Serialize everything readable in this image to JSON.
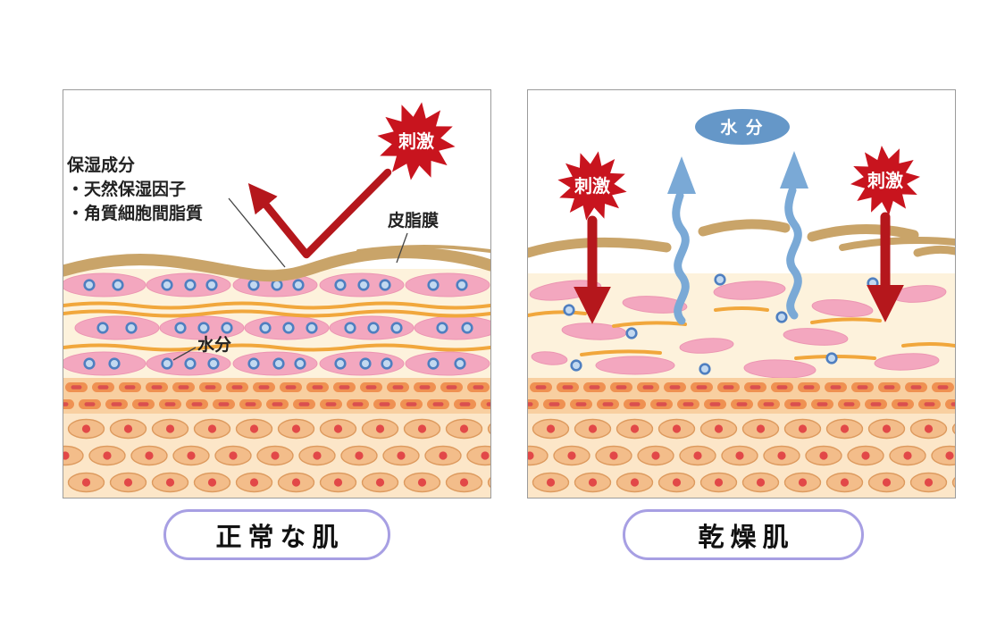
{
  "diagram": {
    "left": {
      "caption": "正常な肌",
      "stimulus": "刺激",
      "moisturizing_heading": "保湿成分",
      "moisturizing_item1": "・天然保湿因子",
      "moisturizing_item2": "・角質細胞間脂質",
      "sebum_label": "皮脂膜",
      "moisture_label": "水分"
    },
    "right": {
      "caption": "乾燥肌",
      "stimulus_left": "刺激",
      "stimulus_right": "刺激",
      "water_label": "水 分"
    },
    "colors": {
      "stimulus_red": "#c8141e",
      "arrow_red": "#b5171c",
      "surface_tan": "#c9a469",
      "cell_pink": "#f3a7bf",
      "water_blue": "#6597c8",
      "lipid_orange": "#f1a73c",
      "caption_border_purple": "#a79fe3"
    }
  }
}
